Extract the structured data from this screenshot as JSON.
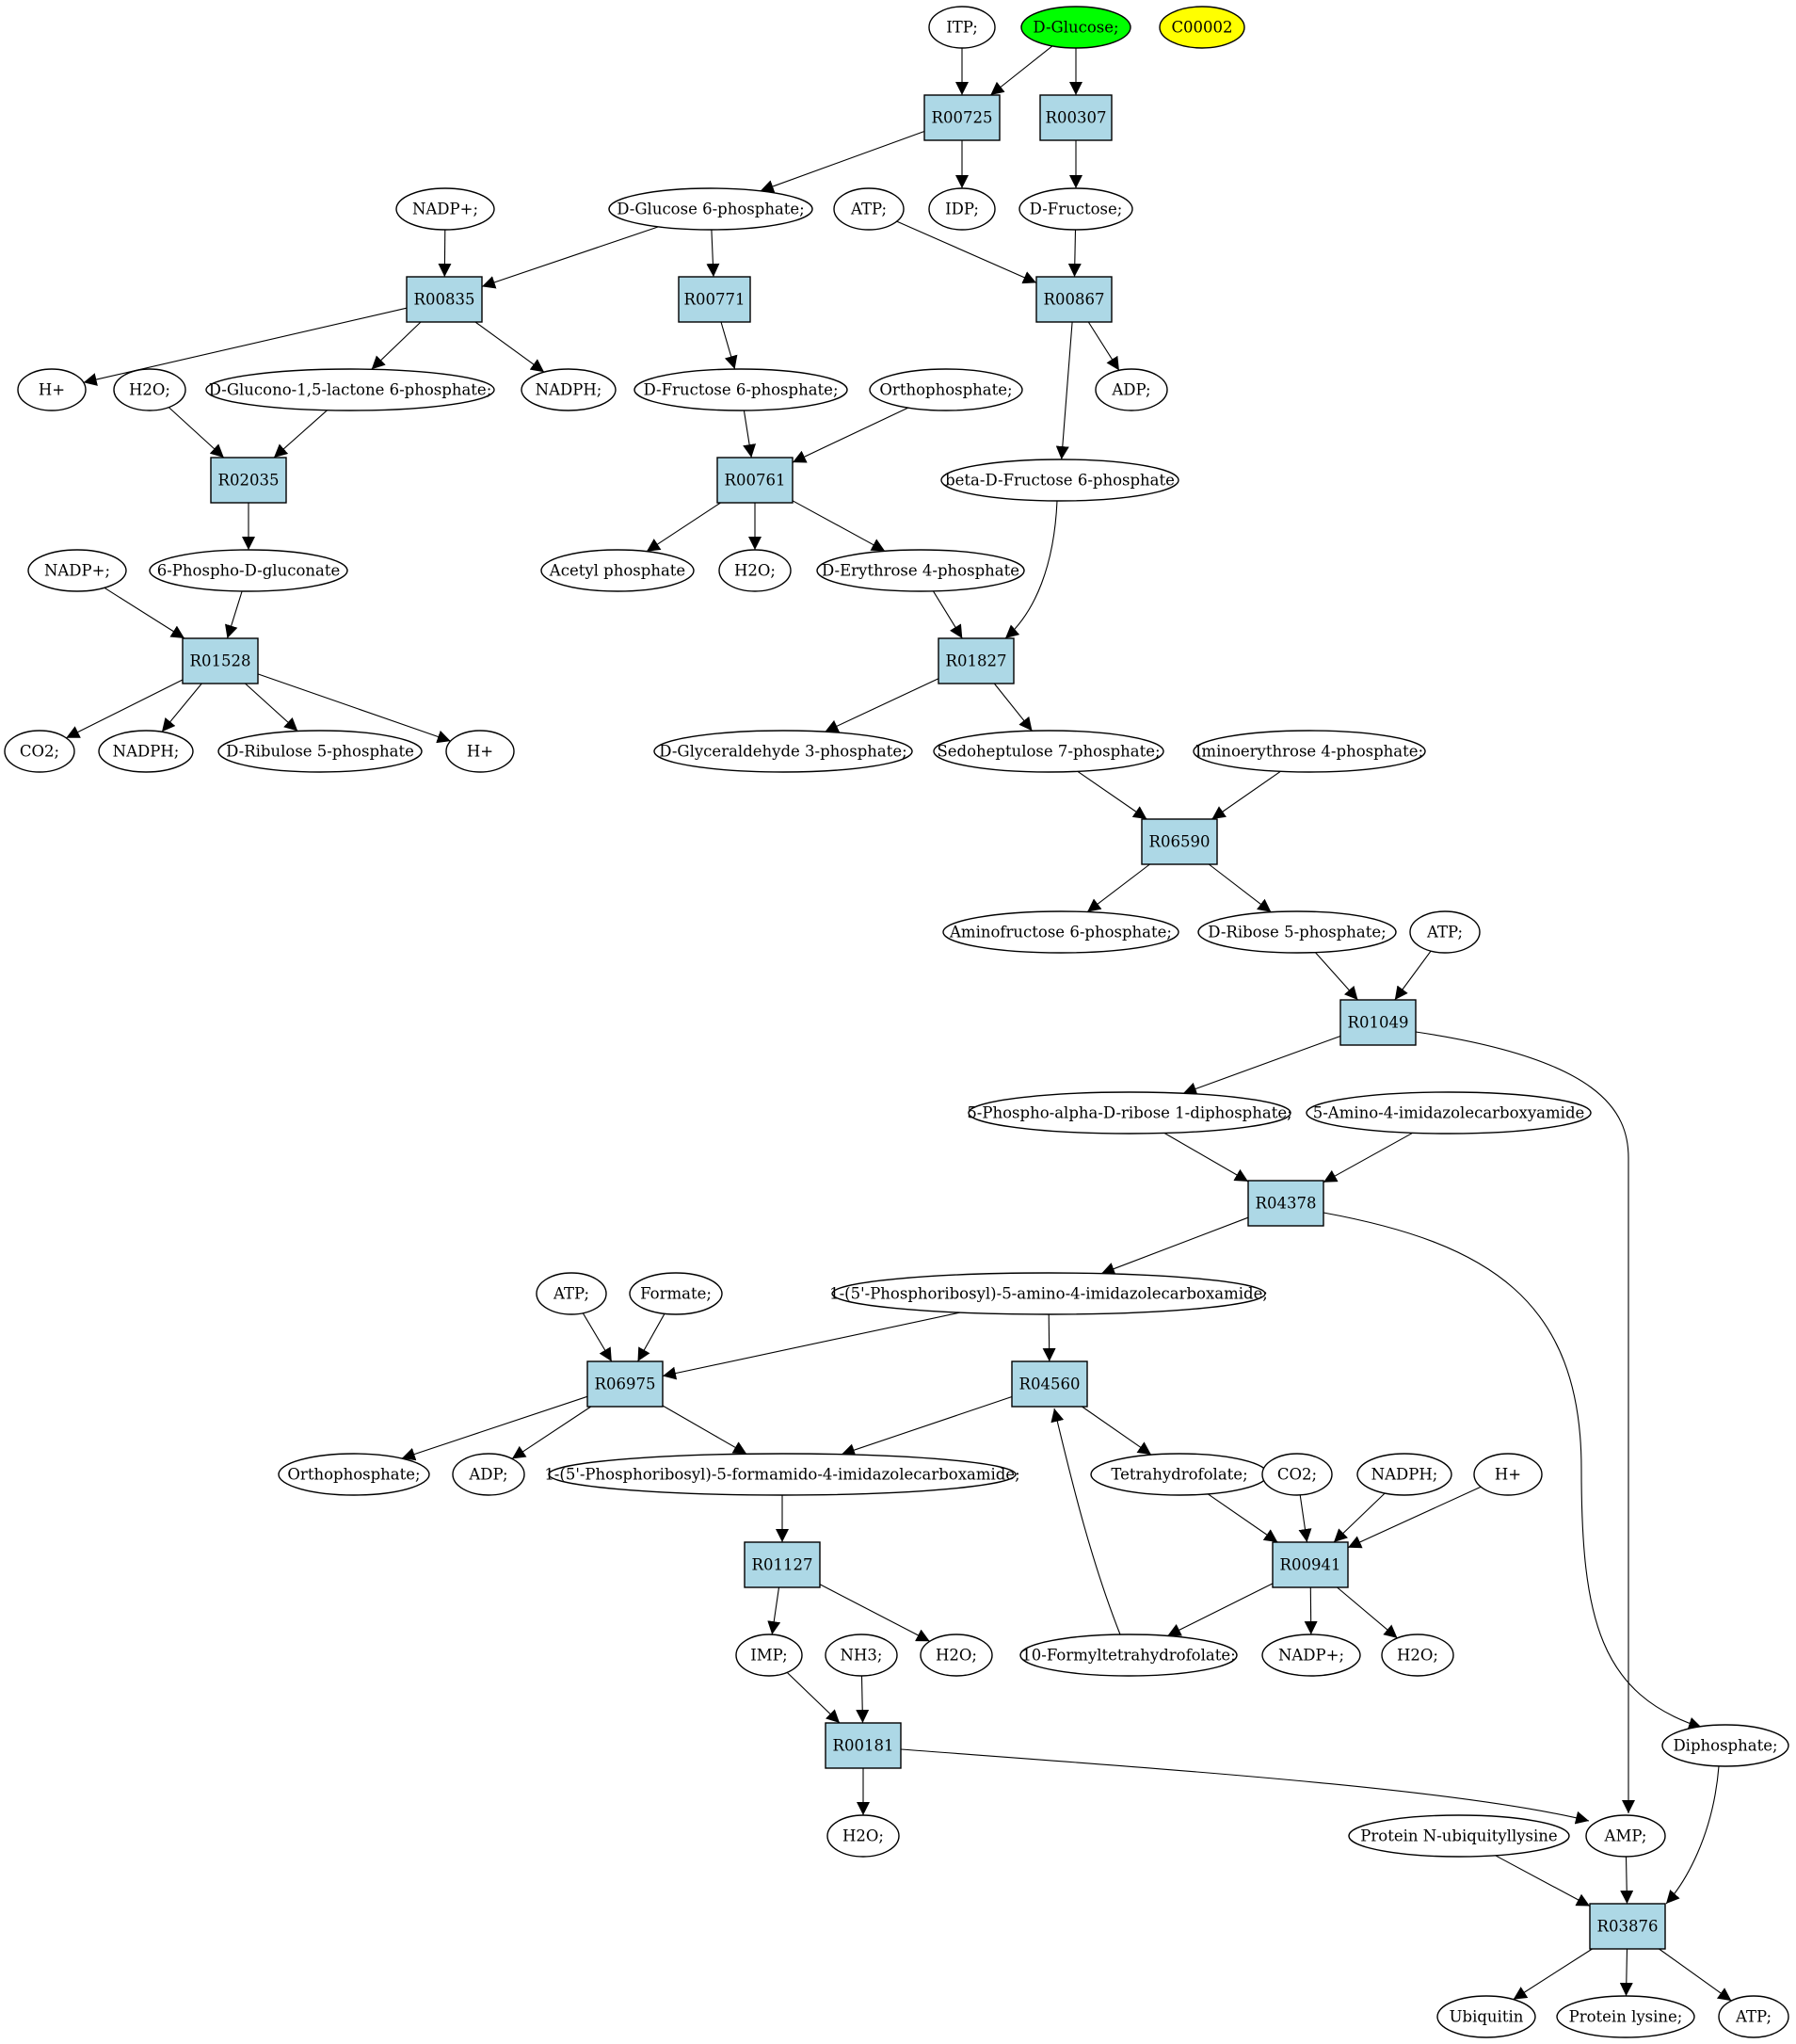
{
  "colors": {
    "reaction_fill": "#add8e6",
    "compound_fill": "#ffffff",
    "start_compound_fill": "#00ff00",
    "target_compound_fill": "#ffff00",
    "edge": "#000000"
  },
  "nodes": [
    {
      "id": "ITP",
      "label": "ITP;",
      "kind": "compound"
    },
    {
      "id": "DGLC",
      "label": "D-Glucose;",
      "kind": "compound",
      "highlight": "start"
    },
    {
      "id": "C00002",
      "label": "C00002",
      "kind": "compound",
      "highlight": "target"
    },
    {
      "id": "R00725",
      "label": "R00725",
      "kind": "reaction"
    },
    {
      "id": "R00307",
      "label": "R00307",
      "kind": "reaction"
    },
    {
      "id": "NADP1",
      "label": "NADP+;",
      "kind": "compound"
    },
    {
      "id": "G6P",
      "label": "D-Glucose 6-phosphate;",
      "kind": "compound"
    },
    {
      "id": "IDP",
      "label": "IDP;",
      "kind": "compound"
    },
    {
      "id": "ATP1",
      "label": "ATP;",
      "kind": "compound"
    },
    {
      "id": "DFRU",
      "label": "D-Fructose;",
      "kind": "compound"
    },
    {
      "id": "R00835",
      "label": "R00835",
      "kind": "reaction"
    },
    {
      "id": "R00771",
      "label": "R00771",
      "kind": "reaction"
    },
    {
      "id": "R00867",
      "label": "R00867",
      "kind": "reaction"
    },
    {
      "id": "HP1",
      "label": "H+",
      "kind": "compound"
    },
    {
      "id": "H2O1",
      "label": "H2O;",
      "kind": "compound"
    },
    {
      "id": "GLACT",
      "label": "D-Glucono-1,5-lactone 6-phosphate;",
      "kind": "compound"
    },
    {
      "id": "NADPH1",
      "label": "NADPH;",
      "kind": "compound"
    },
    {
      "id": "F6P",
      "label": "D-Fructose 6-phosphate;",
      "kind": "compound"
    },
    {
      "id": "ORTHO1",
      "label": "Orthophosphate;",
      "kind": "compound"
    },
    {
      "id": "ADP1",
      "label": "ADP;",
      "kind": "compound"
    },
    {
      "id": "R02035",
      "label": "R02035",
      "kind": "reaction"
    },
    {
      "id": "R00761",
      "label": "R00761",
      "kind": "reaction"
    },
    {
      "id": "BF6P",
      "label": "beta-D-Fructose 6-phosphate",
      "kind": "compound"
    },
    {
      "id": "NADP2",
      "label": "NADP+;",
      "kind": "compound"
    },
    {
      "id": "PGLUC",
      "label": "6-Phospho-D-gluconate",
      "kind": "compound"
    },
    {
      "id": "ACP",
      "label": "Acetyl phosphate",
      "kind": "compound"
    },
    {
      "id": "H2O2",
      "label": "H2O;",
      "kind": "compound"
    },
    {
      "id": "E4P",
      "label": "D-Erythrose 4-phosphate",
      "kind": "compound"
    },
    {
      "id": "R01528",
      "label": "R01528",
      "kind": "reaction"
    },
    {
      "id": "R01827",
      "label": "R01827",
      "kind": "reaction"
    },
    {
      "id": "CO21",
      "label": "CO2;",
      "kind": "compound"
    },
    {
      "id": "NADPH2",
      "label": "NADPH;",
      "kind": "compound"
    },
    {
      "id": "RU5P",
      "label": "D-Ribulose 5-phosphate",
      "kind": "compound"
    },
    {
      "id": "HP2",
      "label": "H+",
      "kind": "compound"
    },
    {
      "id": "GAP",
      "label": "D-Glyceraldehyde 3-phosphate;",
      "kind": "compound"
    },
    {
      "id": "S7P",
      "label": "Sedoheptulose 7-phosphate;",
      "kind": "compound"
    },
    {
      "id": "IE4P",
      "label": "Iminoerythrose 4-phosphate;",
      "kind": "compound"
    },
    {
      "id": "R06590",
      "label": "R06590",
      "kind": "reaction"
    },
    {
      "id": "AF6P",
      "label": "Aminofructose 6-phosphate;",
      "kind": "compound"
    },
    {
      "id": "R5P",
      "label": "D-Ribose 5-phosphate;",
      "kind": "compound"
    },
    {
      "id": "ATP2",
      "label": "ATP;",
      "kind": "compound"
    },
    {
      "id": "R01049",
      "label": "R01049",
      "kind": "reaction"
    },
    {
      "id": "PRPP",
      "label": "5-Phospho-alpha-D-ribose 1-diphosphate;",
      "kind": "compound"
    },
    {
      "id": "AICA",
      "label": "5-Amino-4-imidazolecarboxyamide",
      "kind": "compound"
    },
    {
      "id": "R04378",
      "label": "R04378",
      "kind": "reaction"
    },
    {
      "id": "AICAR",
      "label": "1-(5'-Phosphoribosyl)-5-amino-4-imidazolecarboxamide;",
      "kind": "compound"
    },
    {
      "id": "ATP3",
      "label": "ATP;",
      "kind": "compound"
    },
    {
      "id": "FORM",
      "label": "Formate;",
      "kind": "compound"
    },
    {
      "id": "R06975",
      "label": "R06975",
      "kind": "reaction"
    },
    {
      "id": "R04560",
      "label": "R04560",
      "kind": "reaction"
    },
    {
      "id": "ORTHO2",
      "label": "Orthophosphate;",
      "kind": "compound"
    },
    {
      "id": "ADP2",
      "label": "ADP;",
      "kind": "compound"
    },
    {
      "id": "FAICAR",
      "label": "1-(5'-Phosphoribosyl)-5-formamido-4-imidazolecarboxamide;",
      "kind": "compound"
    },
    {
      "id": "THF",
      "label": "Tetrahydrofolate;",
      "kind": "compound"
    },
    {
      "id": "CO22",
      "label": "CO2;",
      "kind": "compound"
    },
    {
      "id": "NADPH3",
      "label": "NADPH;",
      "kind": "compound"
    },
    {
      "id": "HP3",
      "label": "H+",
      "kind": "compound"
    },
    {
      "id": "R01127",
      "label": "R01127",
      "kind": "reaction"
    },
    {
      "id": "R00941",
      "label": "R00941",
      "kind": "reaction"
    },
    {
      "id": "IMP",
      "label": "IMP;",
      "kind": "compound"
    },
    {
      "id": "NH3",
      "label": "NH3;",
      "kind": "compound"
    },
    {
      "id": "H2O3",
      "label": "H2O;",
      "kind": "compound"
    },
    {
      "id": "FTHF",
      "label": "10-Formyltetrahydrofolate;",
      "kind": "compound"
    },
    {
      "id": "NADP3",
      "label": "NADP+;",
      "kind": "compound"
    },
    {
      "id": "H2O4",
      "label": "H2O;",
      "kind": "compound"
    },
    {
      "id": "R00181",
      "label": "R00181",
      "kind": "reaction"
    },
    {
      "id": "DIPHOS",
      "label": "Diphosphate;",
      "kind": "compound"
    },
    {
      "id": "H2O5",
      "label": "H2O;",
      "kind": "compound"
    },
    {
      "id": "PNUB",
      "label": "Protein N-ubiquityllysine",
      "kind": "compound"
    },
    {
      "id": "AMP",
      "label": "AMP;",
      "kind": "compound"
    },
    {
      "id": "R03876",
      "label": "R03876",
      "kind": "reaction"
    },
    {
      "id": "UBIQ",
      "label": "Ubiquitin",
      "kind": "compound"
    },
    {
      "id": "PLYS",
      "label": "Protein lysine;",
      "kind": "compound"
    },
    {
      "id": "ATP4",
      "label": "ATP;",
      "kind": "compound"
    }
  ],
  "edges": [
    [
      "ITP",
      "R00725"
    ],
    [
      "DGLC",
      "R00725"
    ],
    [
      "DGLC",
      "R00307"
    ],
    [
      "R00725",
      "G6P"
    ],
    [
      "R00725",
      "IDP"
    ],
    [
      "R00307",
      "DFRU"
    ],
    [
      "NADP1",
      "R00835"
    ],
    [
      "G6P",
      "R00835"
    ],
    [
      "G6P",
      "R00771"
    ],
    [
      "ATP1",
      "R00867"
    ],
    [
      "DFRU",
      "R00867"
    ],
    [
      "R00835",
      "HP1"
    ],
    [
      "R00835",
      "GLACT"
    ],
    [
      "R00835",
      "NADPH1"
    ],
    [
      "R00771",
      "F6P"
    ],
    [
      "R00867",
      "ADP1"
    ],
    [
      "R00867",
      "BF6P"
    ],
    [
      "H2O1",
      "R02035"
    ],
    [
      "GLACT",
      "R02035"
    ],
    [
      "F6P",
      "R00761"
    ],
    [
      "ORTHO1",
      "R00761"
    ],
    [
      "R02035",
      "PGLUC"
    ],
    [
      "R00761",
      "ACP"
    ],
    [
      "R00761",
      "H2O2"
    ],
    [
      "R00761",
      "E4P"
    ],
    [
      "NADP2",
      "R01528"
    ],
    [
      "PGLUC",
      "R01528"
    ],
    [
      "E4P",
      "R01827"
    ],
    [
      "BF6P",
      "R01827"
    ],
    [
      "R01528",
      "CO21"
    ],
    [
      "R01528",
      "NADPH2"
    ],
    [
      "R01528",
      "RU5P"
    ],
    [
      "R01528",
      "HP2"
    ],
    [
      "R01827",
      "GAP"
    ],
    [
      "R01827",
      "S7P"
    ],
    [
      "S7P",
      "R06590"
    ],
    [
      "IE4P",
      "R06590"
    ],
    [
      "R06590",
      "AF6P"
    ],
    [
      "R06590",
      "R5P"
    ],
    [
      "R5P",
      "R01049"
    ],
    [
      "ATP2",
      "R01049"
    ],
    [
      "R01049",
      "PRPP"
    ],
    [
      "R01049",
      "AMP"
    ],
    [
      "PRPP",
      "R04378"
    ],
    [
      "AICA",
      "R04378"
    ],
    [
      "R04378",
      "AICAR"
    ],
    [
      "R04378",
      "DIPHOS"
    ],
    [
      "ATP3",
      "R06975"
    ],
    [
      "FORM",
      "R06975"
    ],
    [
      "AICAR",
      "R06975"
    ],
    [
      "AICAR",
      "R04560"
    ],
    [
      "R06975",
      "ORTHO2"
    ],
    [
      "R06975",
      "ADP2"
    ],
    [
      "R06975",
      "FAICAR"
    ],
    [
      "R04560",
      "FAICAR"
    ],
    [
      "R04560",
      "THF"
    ],
    [
      "THF",
      "R00941"
    ],
    [
      "CO22",
      "R00941"
    ],
    [
      "NADPH3",
      "R00941"
    ],
    [
      "HP3",
      "R00941"
    ],
    [
      "FAICAR",
      "R01127"
    ],
    [
      "R00941",
      "FTHF"
    ],
    [
      "R00941",
      "NADP3"
    ],
    [
      "R00941",
      "H2O4"
    ],
    [
      "FTHF",
      "R04560"
    ],
    [
      "R01127",
      "IMP"
    ],
    [
      "R01127",
      "H2O3"
    ],
    [
      "IMP",
      "R00181"
    ],
    [
      "NH3",
      "R00181"
    ],
    [
      "R00181",
      "H2O5"
    ],
    [
      "R00181",
      "AMP"
    ],
    [
      "PNUB",
      "R03876"
    ],
    [
      "AMP",
      "R03876"
    ],
    [
      "DIPHOS",
      "R03876"
    ],
    [
      "R03876",
      "UBIQ"
    ],
    [
      "R03876",
      "PLYS"
    ],
    [
      "R03876",
      "ATP4"
    ]
  ]
}
